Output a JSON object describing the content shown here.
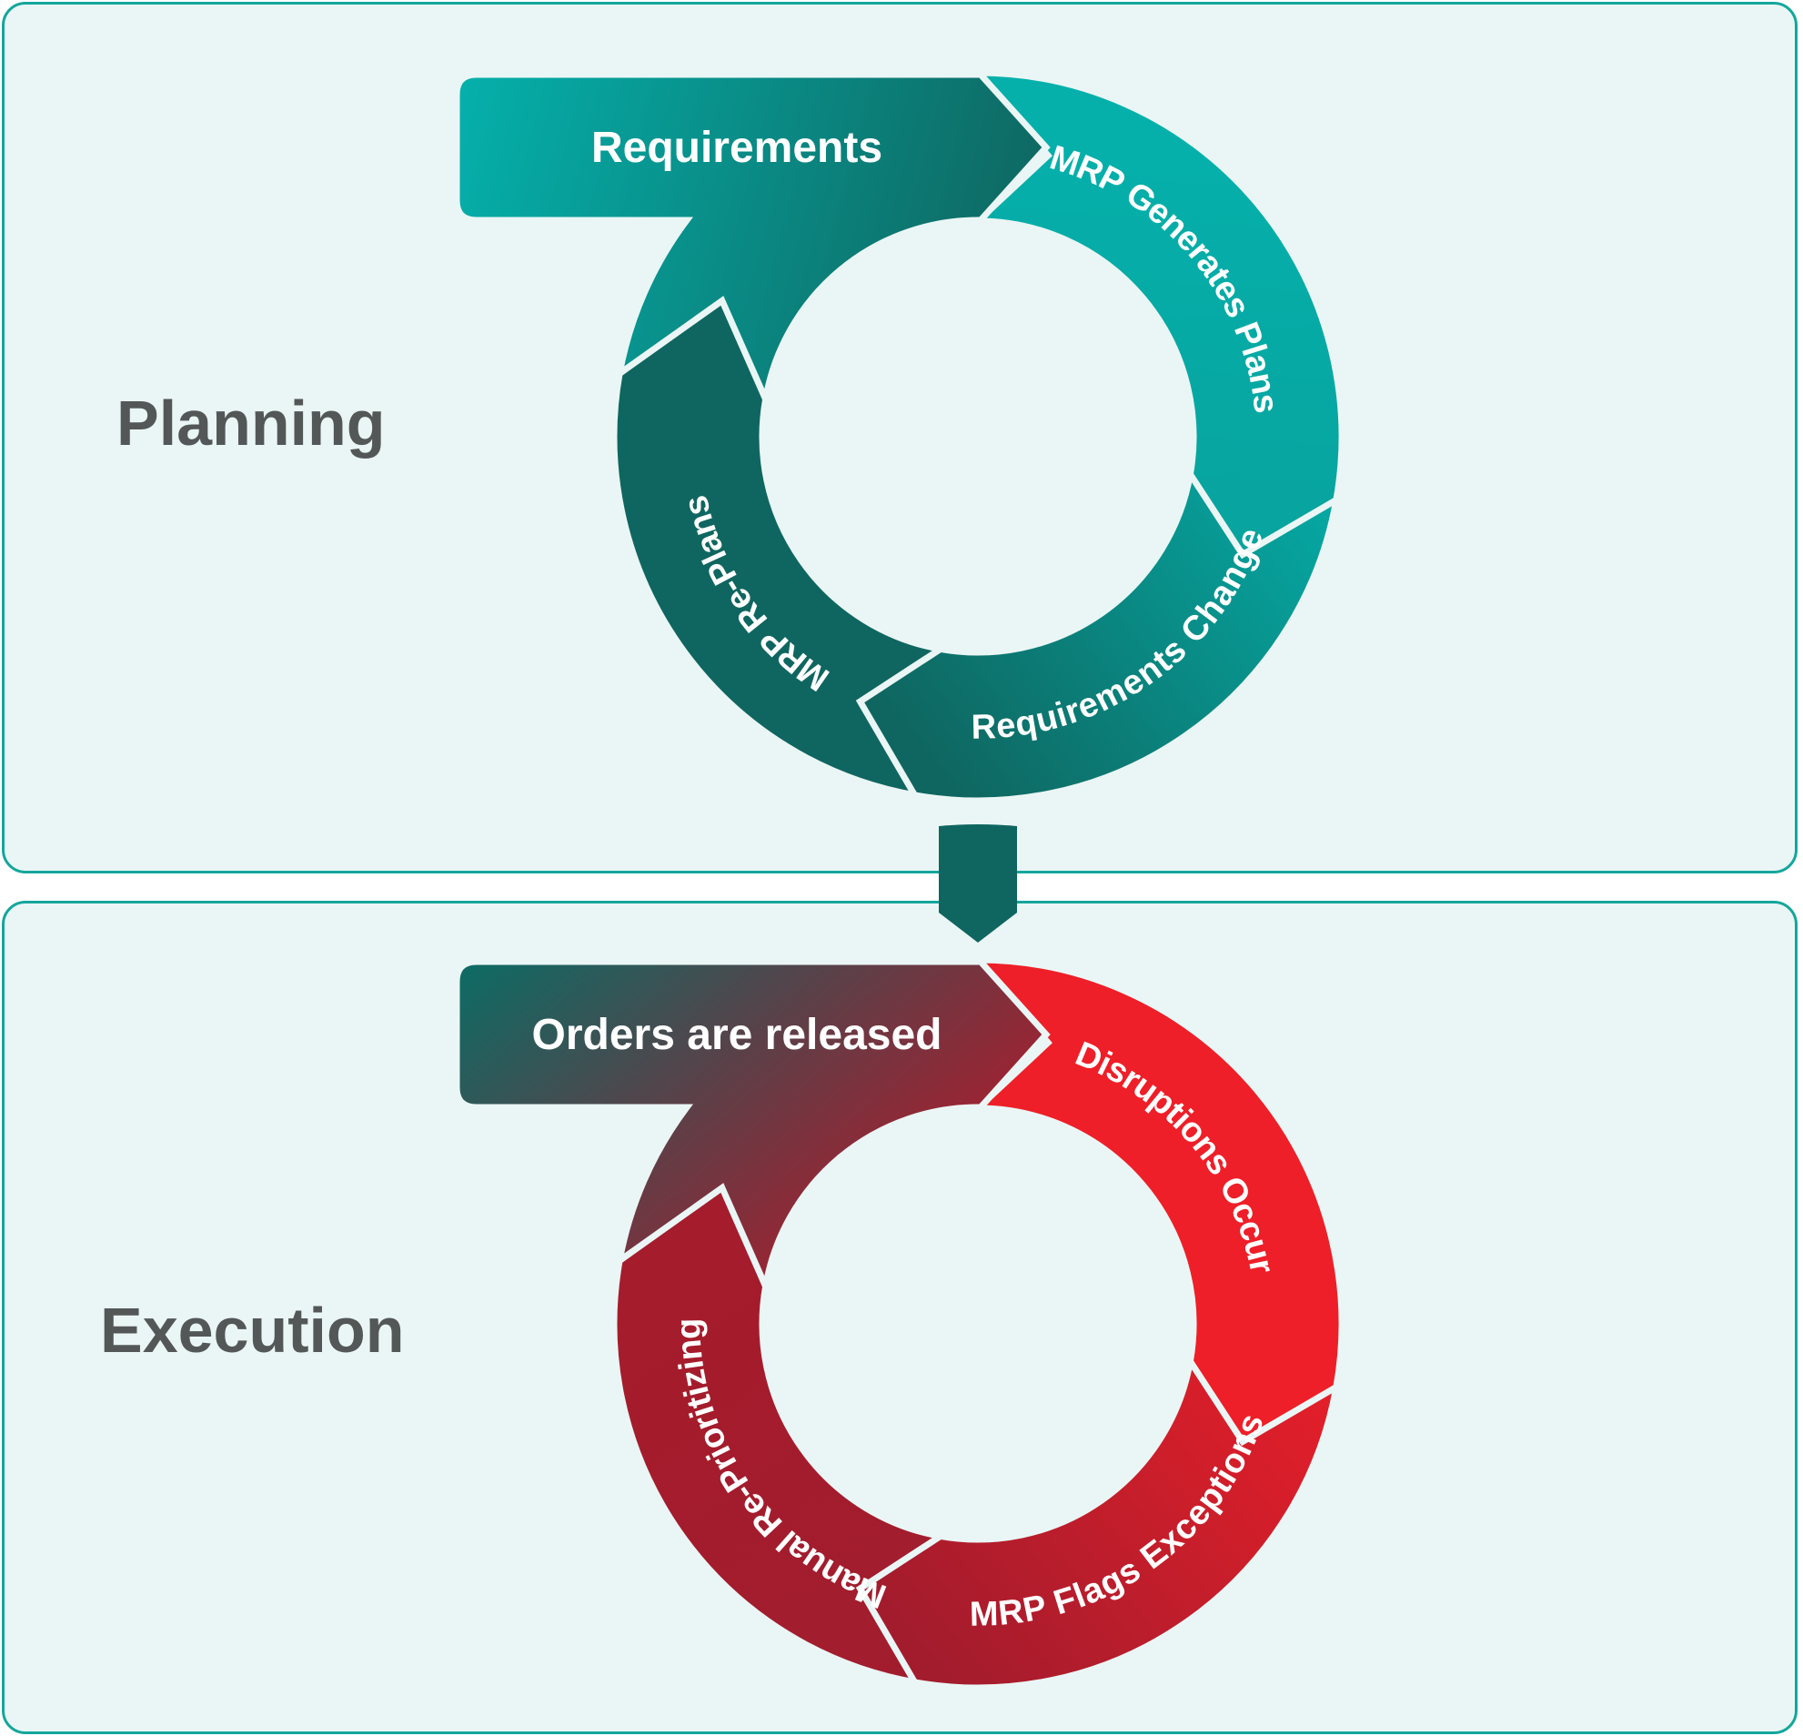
{
  "sections": [
    {
      "label": "Planning",
      "header": "Requirements",
      "steps": [
        "MRP Generates Plans",
        "Requirements Change",
        "MRP Re-Plans"
      ]
    },
    {
      "label": "Execution",
      "header": "Orders are released",
      "steps": [
        "Disruptions Occur",
        "MRP Flags Exceptions",
        "Manual Re-Prioritizing"
      ]
    }
  ],
  "colors": {
    "panel_border": "#14a69c",
    "panel_fill": "#eaf6f5",
    "teal_light": "#05b0ab",
    "teal_dark": "#0f6660",
    "red_bright": "#ee1f28",
    "red_dark": "#a11d2e",
    "label_text": "#545758"
  }
}
